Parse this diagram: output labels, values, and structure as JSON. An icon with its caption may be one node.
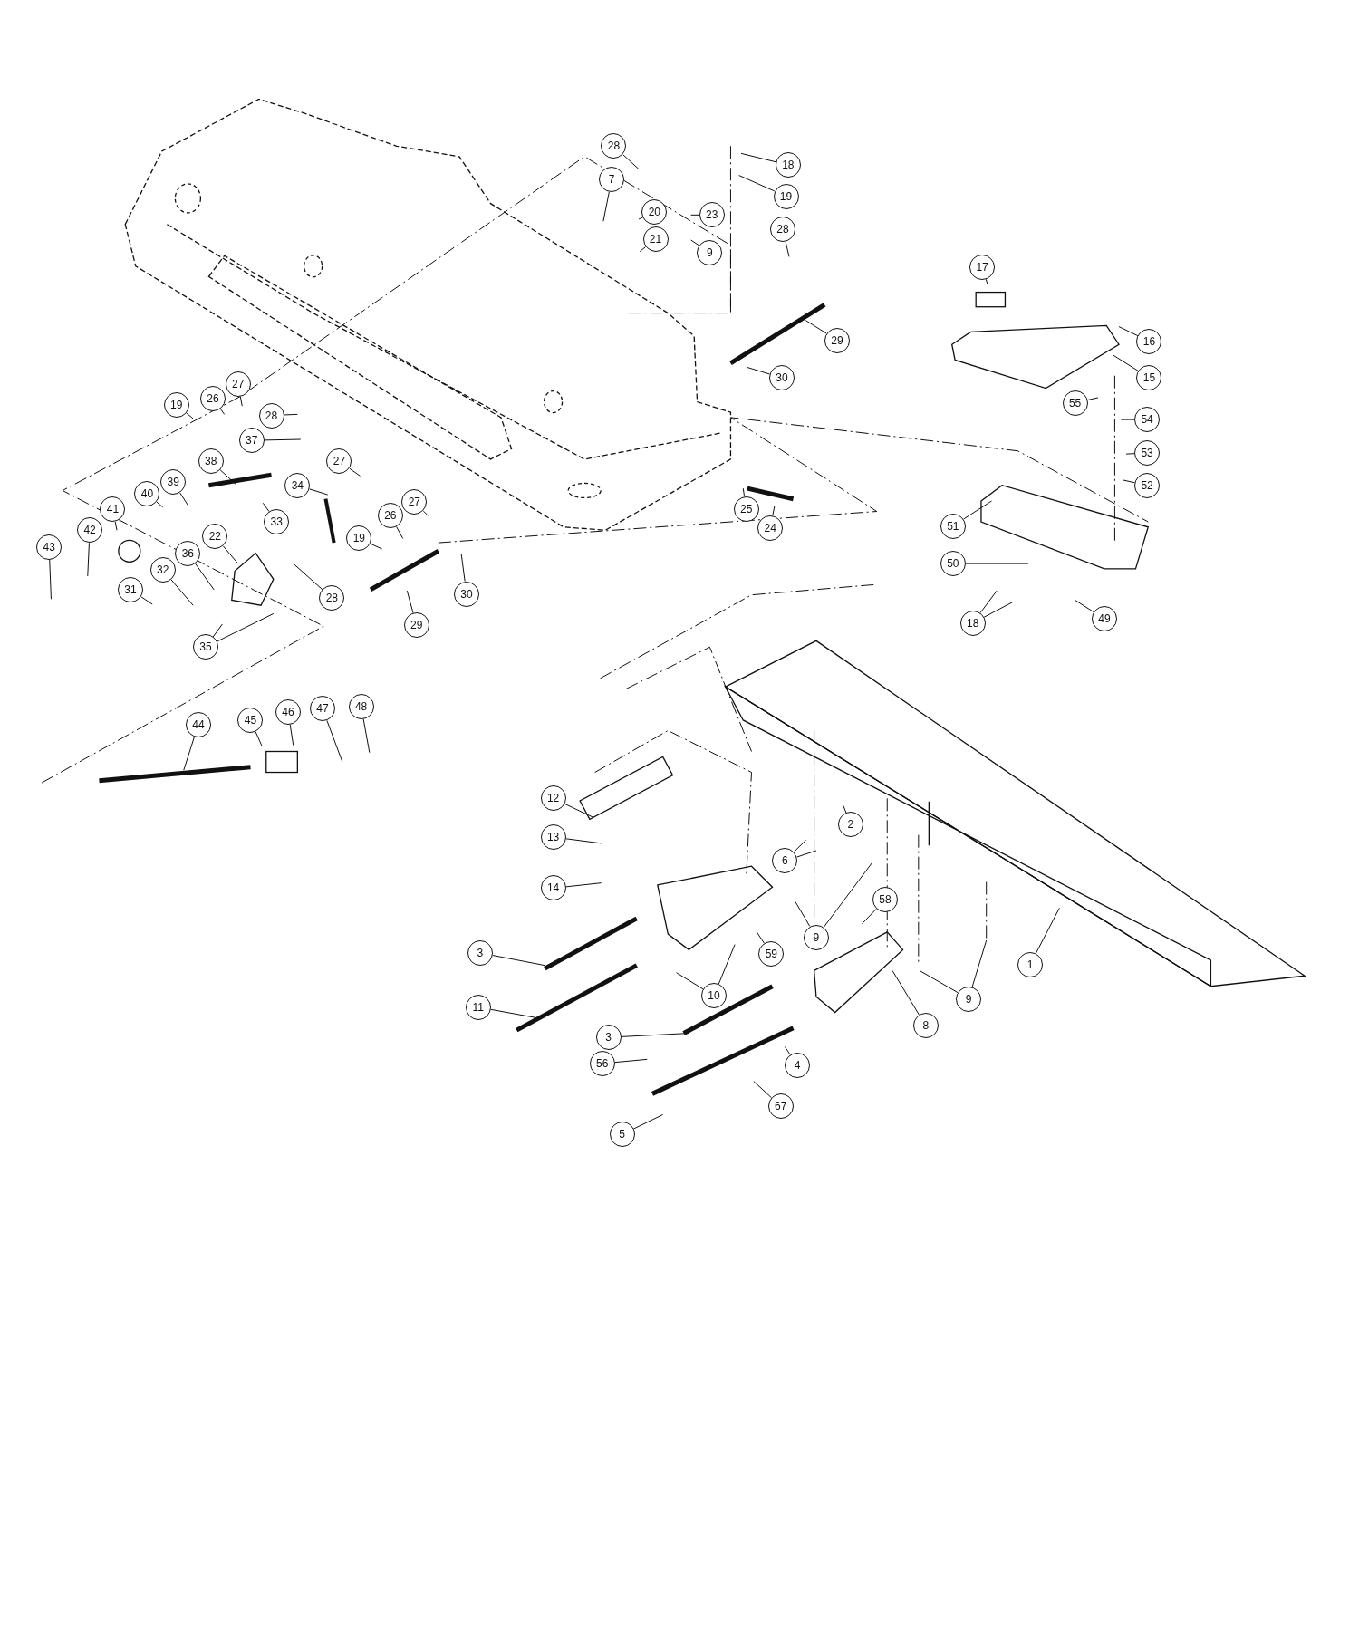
{
  "diagram": {
    "nodes": [
      {
        "text": [
          "28"
        ]
      },
      {
        "text": [
          "7"
        ]
      },
      {
        "text": [
          "18"
        ]
      },
      {
        "text": [
          "19"
        ]
      },
      {
        "text": [
          "20"
        ]
      },
      {
        "text": [
          "23"
        ]
      },
      {
        "text": [
          "21"
        ]
      },
      {
        "text": [
          "9"
        ]
      },
      {
        "text": [
          "28"
        ]
      },
      {
        "text": [
          "29"
        ]
      },
      {
        "text": [
          "30"
        ]
      },
      {
        "text": [
          "17"
        ]
      },
      {
        "text": [
          "16"
        ]
      },
      {
        "text": [
          "15"
        ]
      },
      {
        "text": [
          "55"
        ]
      },
      {
        "text": [
          "54"
        ]
      },
      {
        "text": [
          "53"
        ]
      },
      {
        "text": [
          "52"
        ]
      },
      {
        "text": [
          "19"
        ]
      },
      {
        "text": [
          "26"
        ]
      },
      {
        "text": [
          "27"
        ]
      },
      {
        "text": [
          "28"
        ]
      },
      {
        "text": [
          "37"
        ]
      },
      {
        "text": [
          "27"
        ]
      },
      {
        "text": [
          "38"
        ]
      },
      {
        "text": [
          "40"
        ]
      },
      {
        "text": [
          "39"
        ]
      },
      {
        "text": [
          "34"
        ]
      },
      {
        "text": [
          "33"
        ]
      },
      {
        "text": [
          "26"
        ]
      },
      {
        "text": [
          "27"
        ]
      },
      {
        "text": [
          "19"
        ]
      },
      {
        "text": [
          "25"
        ]
      },
      {
        "text": [
          "24"
        ]
      },
      {
        "text": [
          "51"
        ]
      },
      {
        "text": [
          "50"
        ]
      },
      {
        "text": [
          "18"
        ]
      },
      {
        "text": [
          "49"
        ]
      },
      {
        "text": [
          "43"
        ]
      },
      {
        "text": [
          "42"
        ]
      },
      {
        "text": [
          "41"
        ]
      },
      {
        "text": [
          "22"
        ]
      },
      {
        "text": [
          "36"
        ]
      },
      {
        "text": [
          "32"
        ]
      },
      {
        "text": [
          "31"
        ]
      },
      {
        "text": [
          "35"
        ]
      },
      {
        "text": [
          "28"
        ]
      },
      {
        "text": [
          "29"
        ]
      },
      {
        "text": [
          "30"
        ]
      },
      {
        "text": [
          "44"
        ]
      },
      {
        "text": [
          "45"
        ]
      },
      {
        "text": [
          "46"
        ]
      },
      {
        "text": [
          "47"
        ]
      },
      {
        "text": [
          "48"
        ]
      },
      {
        "text": [
          "12"
        ]
      },
      {
        "text": [
          "13"
        ]
      },
      {
        "text": [
          "14"
        ]
      },
      {
        "text": [
          "6"
        ]
      },
      {
        "text": [
          "2"
        ]
      },
      {
        "text": [
          "58"
        ]
      },
      {
        "text": [
          "9"
        ]
      },
      {
        "text": [
          "3"
        ]
      },
      {
        "text": [
          "59"
        ]
      },
      {
        "text": [
          "10"
        ]
      },
      {
        "text": [
          "11"
        ]
      },
      {
        "text": [
          "8"
        ]
      },
      {
        "text": [
          "1"
        ]
      },
      {
        "text": [
          "9"
        ]
      },
      {
        "text": [
          "3"
        ]
      },
      {
        "text": [
          "56"
        ]
      },
      {
        "text": [
          "4"
        ]
      },
      {
        "text": [
          "67"
        ]
      },
      {
        "text": [
          "5"
        ]
      }
    ],
    "edges": [
      {
        "from": 0,
        "to": null,
        "arrow": "none"
      },
      {
        "from": 1,
        "to": null,
        "arrow": "none"
      },
      {
        "from": 2,
        "to": null,
        "arrow": "none"
      },
      {
        "from": 3,
        "to": null,
        "arrow": "none"
      },
      {
        "from": 4,
        "to": null,
        "arrow": "none"
      },
      {
        "from": 5,
        "to": null,
        "arrow": "none"
      },
      {
        "from": 6,
        "to": null,
        "arrow": "none"
      },
      {
        "from": 7,
        "to": null,
        "arrow": "none"
      },
      {
        "from": 8,
        "to": null,
        "arrow": "none"
      },
      {
        "from": 9,
        "to": null,
        "arrow": "none"
      },
      {
        "from": 10,
        "to": null,
        "arrow": "none"
      },
      {
        "from": 11,
        "to": null,
        "arrow": "none"
      },
      {
        "from": 12,
        "to": null,
        "arrow": "none"
      },
      {
        "from": 13,
        "to": null,
        "arrow": "none"
      },
      {
        "from": 14,
        "to": null,
        "arrow": "none"
      },
      {
        "from": 15,
        "to": null,
        "arrow": "none"
      },
      {
        "from": 16,
        "to": null,
        "arrow": "none"
      },
      {
        "from": 17,
        "to": null,
        "arrow": "none"
      },
      {
        "from": 18,
        "to": null,
        "arrow": "none"
      },
      {
        "from": 19,
        "to": null,
        "arrow": "none"
      },
      {
        "from": 20,
        "to": null,
        "arrow": "none"
      },
      {
        "from": 21,
        "to": null,
        "arrow": "none"
      },
      {
        "from": 22,
        "to": null,
        "arrow": "none"
      },
      {
        "from": 23,
        "to": null,
        "arrow": "none"
      },
      {
        "from": 24,
        "to": null,
        "arrow": "none"
      },
      {
        "from": 25,
        "to": null,
        "arrow": "none"
      },
      {
        "from": 26,
        "to": null,
        "arrow": "none"
      },
      {
        "from": 27,
        "to": null,
        "arrow": "none"
      },
      {
        "from": 28,
        "to": null,
        "arrow": "none"
      },
      {
        "from": 29,
        "to": null,
        "arrow": "none"
      },
      {
        "from": 30,
        "to": null,
        "arrow": "none"
      },
      {
        "from": 31,
        "to": null,
        "arrow": "none"
      },
      {
        "from": 32,
        "to": null,
        "arrow": "none"
      },
      {
        "from": 33,
        "to": null,
        "arrow": "none"
      },
      {
        "from": 34,
        "to": null,
        "arrow": "none"
      },
      {
        "from": 35,
        "to": null,
        "arrow": "none"
      },
      {
        "from": 36,
        "to": null,
        "arrow": "none"
      },
      {
        "from": 36,
        "to": null,
        "arrow": "none"
      },
      {
        "from": 37,
        "to": null,
        "arrow": "none"
      },
      {
        "from": 38,
        "to": null,
        "arrow": "none"
      },
      {
        "from": 39,
        "to": null,
        "arrow": "none"
      },
      {
        "from": 40,
        "to": null,
        "arrow": "none"
      },
      {
        "from": 41,
        "to": null,
        "arrow": "none"
      },
      {
        "from": 42,
        "to": null,
        "arrow": "none"
      },
      {
        "from": 43,
        "to": null,
        "arrow": "none"
      },
      {
        "from": 44,
        "to": null,
        "arrow": "none"
      },
      {
        "from": 45,
        "to": null,
        "arrow": "none"
      },
      {
        "from": 45,
        "to": null,
        "arrow": "none"
      },
      {
        "from": 46,
        "to": null,
        "arrow": "none"
      },
      {
        "from": 47,
        "to": null,
        "arrow": "none"
      },
      {
        "from": 48,
        "to": null,
        "arrow": "none"
      },
      {
        "from": 49,
        "to": null,
        "arrow": "none"
      },
      {
        "from": 50,
        "to": null,
        "arrow": "none"
      },
      {
        "from": 51,
        "to": null,
        "arrow": "none"
      },
      {
        "from": 52,
        "to": null,
        "arrow": "none"
      },
      {
        "from": 53,
        "to": null,
        "arrow": "none"
      },
      {
        "from": 54,
        "to": null,
        "arrow": "none"
      },
      {
        "from": 55,
        "to": null,
        "arrow": "none"
      },
      {
        "from": 56,
        "to": null,
        "arrow": "none"
      },
      {
        "from": 57,
        "to": null,
        "arrow": "none"
      },
      {
        "from": 57,
        "to": null,
        "arrow": "none"
      },
      {
        "from": 58,
        "to": null,
        "arrow": "none"
      },
      {
        "from": 59,
        "to": null,
        "arrow": "none"
      },
      {
        "from": 60,
        "to": null,
        "arrow": "none"
      },
      {
        "from": 60,
        "to": null,
        "arrow": "none"
      },
      {
        "from": 61,
        "to": null,
        "arrow": "none"
      },
      {
        "from": 62,
        "to": null,
        "arrow": "none"
      },
      {
        "from": 63,
        "to": null,
        "arrow": "none"
      },
      {
        "from": 63,
        "to": null,
        "arrow": "none"
      },
      {
        "from": 64,
        "to": null,
        "arrow": "none"
      },
      {
        "from": 65,
        "to": null,
        "arrow": "none"
      },
      {
        "from": 66,
        "to": null,
        "arrow": "none"
      },
      {
        "from": 67,
        "to": null,
        "arrow": "none"
      },
      {
        "from": 67,
        "to": null,
        "arrow": "none"
      },
      {
        "from": 68,
        "to": null,
        "arrow": "none"
      },
      {
        "from": 69,
        "to": null,
        "arrow": "none"
      },
      {
        "from": 70,
        "to": null,
        "arrow": "none"
      },
      {
        "from": 71,
        "to": null,
        "arrow": "none"
      },
      {
        "from": 72,
        "to": null,
        "arrow": "none"
      }
    ]
  }
}
